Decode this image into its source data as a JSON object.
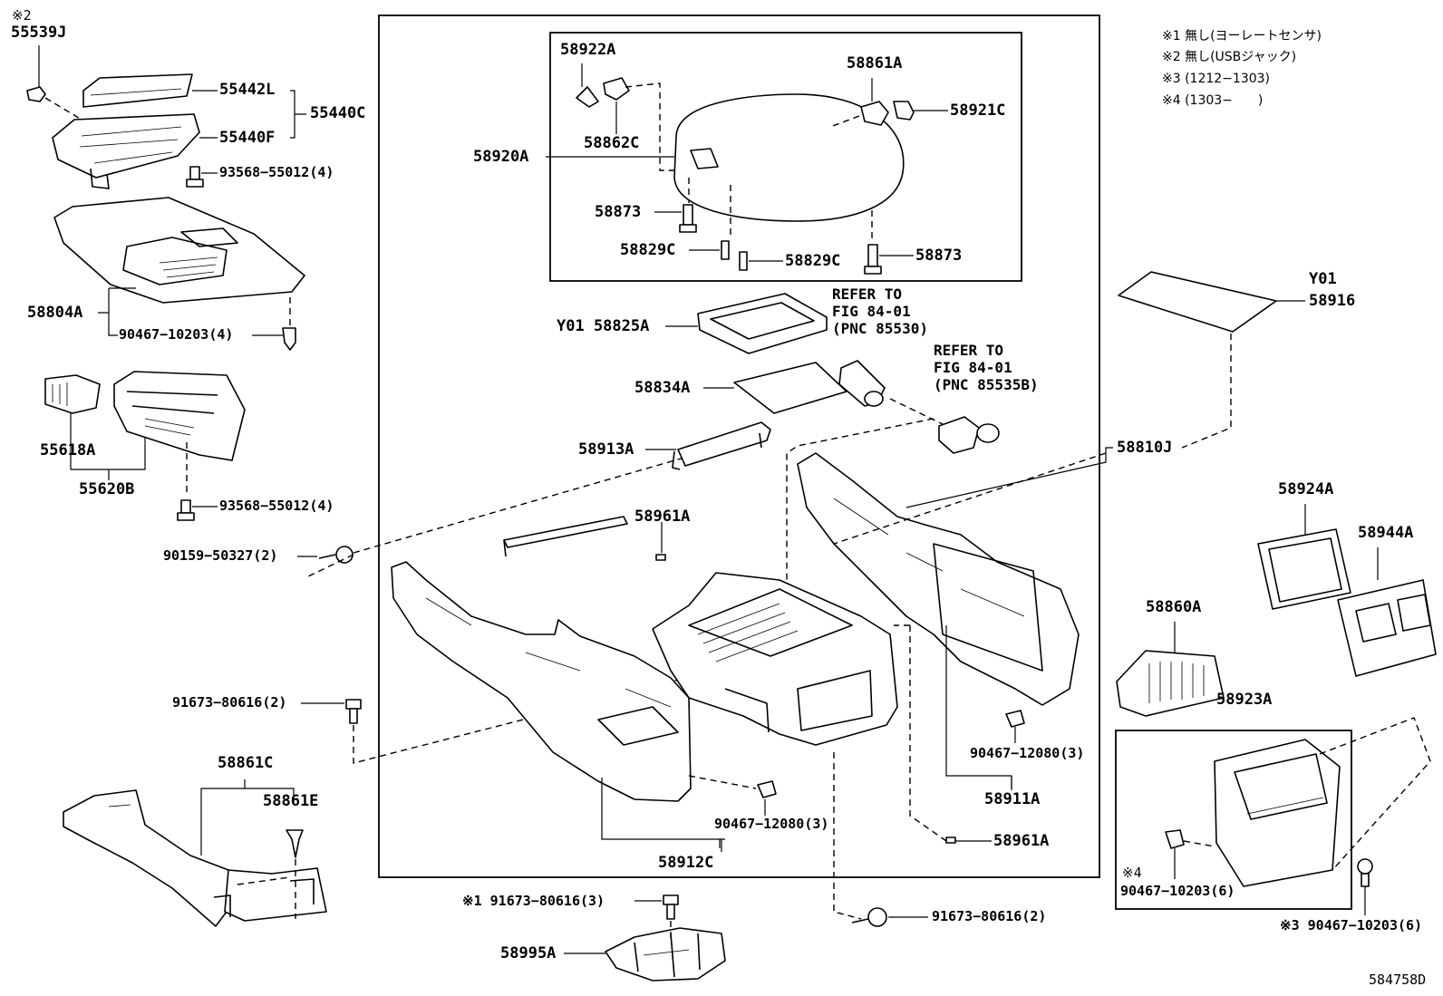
{
  "notes": [
    "※1 無し(ヨーレートセンサ)",
    "※2 無し(USBジャック)",
    "※3 (1212−1303)",
    "※4 (1303−　　)"
  ],
  "labels": {
    "note2_mark": "※2",
    "p55539J": "55539J",
    "p55442L": "55442L",
    "p55440C": "55440C",
    "p55440F": "55440F",
    "p93568_a": "93568−55012(4)",
    "p58804A": "58804A",
    "p90467_10203_4": "90467−10203(4)",
    "p55618A": "55618A",
    "p55620B": "55620B",
    "p93568_b": "93568−55012(4)",
    "p90159": "90159−50327(2)",
    "p91673_2_left": "91673−80616(2)",
    "p58861C": "58861C",
    "p58861E": "58861E",
    "p58922A": "58922A",
    "p58861A": "58861A",
    "p58921C": "58921C",
    "p58862C": "58862C",
    "p58920A": "58920A",
    "p58873_a": "58873",
    "p58873_b": "58873",
    "p58829C_a": "58829C",
    "p58829C_b": "58829C",
    "refer1_line1": "REFER TO",
    "refer1_line2": "FIG 84-01",
    "refer1_line3": "(PNC 85530)",
    "refer2_line1": "REFER TO",
    "refer2_line2": "FIG 84-01",
    "refer2_line3": "(PNC 85535B)",
    "y01_58825A": "Y01 58825A",
    "p58834A": "58834A",
    "p58913A": "58913A",
    "p58961A_a": "58961A",
    "p58961A_b": "58961A",
    "p90467_12080_a": "90467−12080(3)",
    "p90467_12080_b": "90467−12080(3)",
    "p58912C": "58912C",
    "p58911A": "58911A",
    "p58810J": "58810J",
    "y01": "Y01",
    "p58916": "58916",
    "p58924A": "58924A",
    "p58944A": "58944A",
    "p58860A": "58860A",
    "p58923A": "58923A",
    "note4_mark": "※4",
    "p90467_10203_6_a": "90467−10203(6)",
    "p90467_10203_6_b": "※3 90467−10203(6)",
    "p91673_3": "※1 91673−80616(3)",
    "p58995A": "58995A",
    "p91673_2_bottom": "91673−80616(2)",
    "figure_code": "584758D"
  }
}
